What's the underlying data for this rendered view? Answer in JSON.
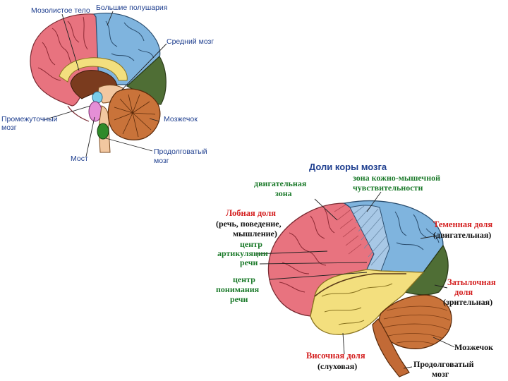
{
  "sagittal": {
    "labels": {
      "corpus_callosum": "Мозолистое тело",
      "hemispheres": "Большие полушария",
      "midbrain": "Средний мозг",
      "diencephalon_1": "Промежуточный",
      "diencephalon_2": "мозг",
      "cerebellum": "Мозжечок",
      "pons": "Мост",
      "medulla_1": "Продолговатый",
      "medulla_2": "мозг"
    }
  },
  "lobes": {
    "title": "Доли коры мозга",
    "labels": {
      "motor_zone_1": "двигательная",
      "motor_zone_2": "зона",
      "somato_1": "зона кожно-мышечной",
      "somato_2": "чувствительности",
      "frontal": "Лобная доля",
      "frontal_desc_1": "(речь, поведение,",
      "frontal_desc_2": "мышление)",
      "speech_center_1": "центр",
      "speech_center_2": "артикуляции",
      "speech_center_3": "речи",
      "parietal": "Теменная доля",
      "parietal_desc": "(двигательная)",
      "comprehension_1": "центр",
      "comprehension_2": "понимания",
      "comprehension_3": "речи",
      "occipital_1": "Затылочная",
      "occipital_2": "доля",
      "occipital_desc": "(зрительная)",
      "cerebellum": "Мозжечок",
      "temporal": "Височная доля",
      "temporal_desc": "(слуховая)",
      "medulla_1": "Продолговатый",
      "medulla_2": "мозг"
    }
  },
  "colors": {
    "frontal": "#e8737f",
    "parietal": "#7fb4de",
    "occipital": "#4f6e35",
    "temporal": "#f3df7e",
    "cerebellum": "#c9733a",
    "brainstem": "#f2c7a0",
    "label_blue": "#1f3f8f",
    "label_red": "#d42020",
    "label_green": "#1b7a2a"
  }
}
